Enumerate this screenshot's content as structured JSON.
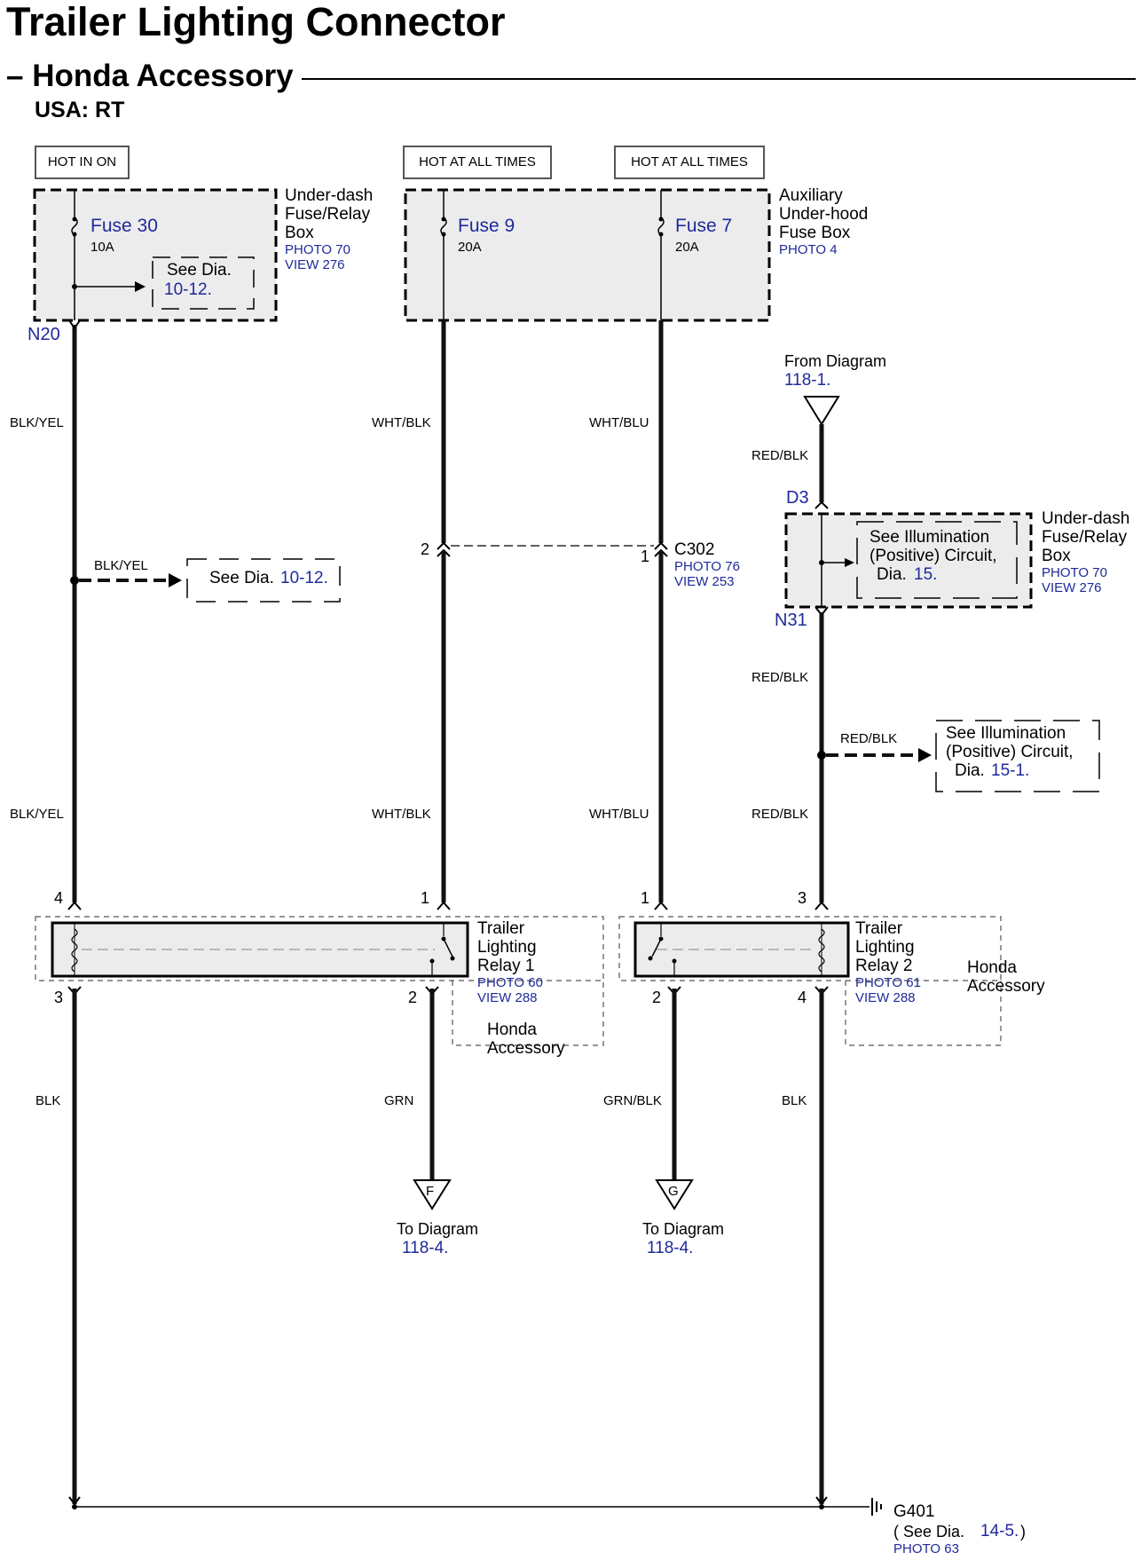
{
  "header": {
    "title": "Trailer Lighting Connector",
    "subtitle": "– Honda Accessory",
    "region": "USA: RT"
  },
  "power_labels": {
    "hot_in_on": "HOT IN ON",
    "hot_at_all_times_1": "HOT AT ALL TIMES",
    "hot_at_all_times_2": "HOT AT ALL TIMES"
  },
  "under_dash_box_1": {
    "name": "Under-dash Fuse/Relay Box",
    "name_lines": [
      "Under-dash",
      "Fuse/Relay",
      "Box"
    ],
    "photo": "PHOTO 70",
    "view": "VIEW 276",
    "fuse_label": "Fuse 30",
    "fuse_rating": "10A",
    "see_dia_text": "See Dia.",
    "see_dia_ref": "10-12."
  },
  "aux_underhood_box": {
    "name_lines": [
      "Auxiliary",
      "Under-hood",
      "Fuse Box"
    ],
    "photo": "PHOTO 4",
    "fuse_a_label": "Fuse 9",
    "fuse_a_rating": "20A",
    "fuse_b_label": "Fuse 7",
    "fuse_b_rating": "20A"
  },
  "nodes": {
    "n20": "N20",
    "d3": "D3",
    "n31": "N31"
  },
  "from_diagram": {
    "text": "From Diagram",
    "ref": "118-1."
  },
  "wire_colors": {
    "col1_top": "BLK/YEL",
    "col2_top": "WHT/BLK",
    "col3_top": "WHT/BLU",
    "col4_top": "RED/BLK",
    "branch1": "BLK/YEL",
    "col4_mid": "RED/BLK",
    "branch2": "RED/BLK",
    "col1_mid": "BLK/YEL",
    "col2_mid": "WHT/BLK",
    "col3_mid": "WHT/BLU",
    "col4_low": "RED/BLK",
    "col1_bot": "BLK",
    "col2_bot": "GRN",
    "col3_bot": "GRN/BLK",
    "col4_bot": "BLK"
  },
  "see_dia_branch1": {
    "text": "See Dia.",
    "ref": "10-12."
  },
  "connector_c302": {
    "name": "C302",
    "photo": "PHOTO 76",
    "view": "VIEW 253",
    "pin_left": "2",
    "pin_right": "1"
  },
  "under_dash_box_2": {
    "name_lines": [
      "Under-dash",
      "Fuse/Relay",
      "Box"
    ],
    "photo": "PHOTO 70",
    "view": "VIEW 276",
    "inner_lines": [
      "See Illumination",
      "(Positive) Circuit,"
    ],
    "inner_dia": "Dia.",
    "inner_ref": "15."
  },
  "illum_branch": {
    "lines": [
      "See Illumination",
      "(Positive) Circuit,"
    ],
    "dia": "Dia.",
    "ref": "15-1."
  },
  "relay1": {
    "name_lines": [
      "Trailer",
      "Lighting",
      "Relay 1"
    ],
    "photo": "PHOTO 60",
    "view": "VIEW 288",
    "pins": [
      "4",
      "1",
      "3",
      "2"
    ],
    "accessory_lines": [
      "Honda",
      "Accessory"
    ]
  },
  "relay2": {
    "name_lines": [
      "Trailer",
      "Lighting",
      "Relay 2"
    ],
    "photo": "PHOTO 61",
    "view": "VIEW 288",
    "pins": [
      "1",
      "3",
      "2",
      "4"
    ],
    "accessory_lines": [
      "Honda",
      "Accessory"
    ]
  },
  "to_diagram_f": {
    "letter": "F",
    "text": "To Diagram",
    "ref": "118-4."
  },
  "to_diagram_g": {
    "letter": "G",
    "text": "To Diagram",
    "ref": "118-4."
  },
  "ground": {
    "name": "G401",
    "see_text": "( See Dia.",
    "ref": "14-5.",
    "close": ")",
    "photo": "PHOTO 63"
  },
  "colors": {
    "box_fill": "#ececec",
    "link_blue": "#1f2a9b",
    "wire": "#111111"
  }
}
